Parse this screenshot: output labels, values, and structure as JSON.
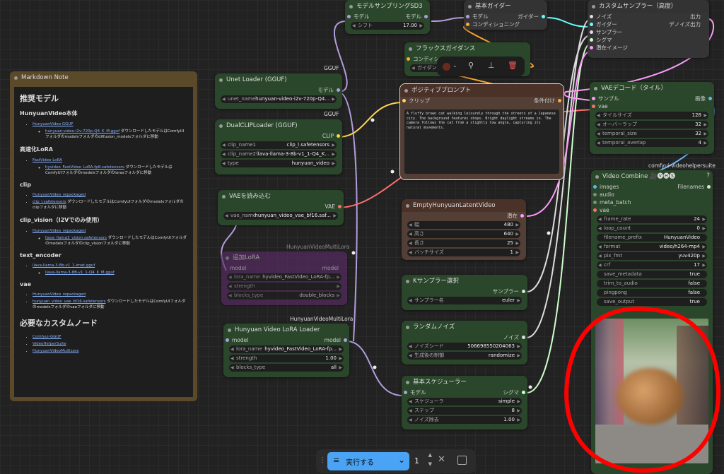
{
  "markdown": {
    "title": "Markdown Note",
    "h1a": "推奨モデル",
    "s1": "HunyuanVideo本体",
    "s1_link": "HunyuanVideo GGUF",
    "s1_file": "hunyuan-video-i2v-720p-Q4_K_M.gguf",
    "s1_note": "ダウンロードしたモデルはComfyUIフォルダのmodelsフォルダのdiffusion_modelsフォルダに移動",
    "s2": "高速化LoRA",
    "s2_link": "FastVideo LoRA",
    "s2_file": "hyvideo_FastVideo_LoRA-fp8.safetensors",
    "s2_note": "ダウンロードしたモデルはComfyUIフォルダのmodelsフォルダのlorasフォルダに移動",
    "s3": "clip",
    "s3_link": "HunyuanVideo_repackaged",
    "s3_file": "clip_l.safetensors",
    "s3_note": "ダウンロードしたモデルはComfyUIフォルダのmodelsフォルダのclipフォルダに移動",
    "s4": "clip_vision（I2Vでのみ使用）",
    "s4_link": "HunyuanVideo_repackaged",
    "s4_file": "llava_llama3_vision.safetensors",
    "s4_note": "ダウンロードしたモデルはComfyUIフォルダのmodelsフォルダのclip_visionフォルダに移動",
    "s5": "text_encoder",
    "s5_link": "llava-llama-3-8b-v1_1-imat-gguf",
    "s5_file": "llava-llama-3-8B-v1_1-Q4_K_M.gguf",
    "s6": "vae",
    "s6_link": "HunyuanVideo_repackaged",
    "s6_file": "hunyuan_video_vae_bf16.safetensors",
    "s6_note": "ダウンロードしたモデルはComfyUIフォルダのmodelsフォルダのvaeフォルダに移動",
    "h1b": "必要なカスタムノード",
    "n1": "Comfyui-GGUF",
    "n2": "VideoHelperSuite",
    "n3": "HunyuanVideoMultiLora"
  },
  "group_labels": {
    "gguf1": "GGUF",
    "gguf2": "GGUF",
    "multilora1": "HunyuanVideoMultiLora",
    "multilora2": "HunyuanVideoMultiLora",
    "vhs": "comfyui-videohelpersuite"
  },
  "unet": {
    "title": "Unet Loader (GGUF)",
    "out": "モデル",
    "w_label": "unet_name",
    "w_value": "hunyuan-video-i2v-720p-Q4..."
  },
  "dualclip": {
    "title": "DualCLIPLoader (GGUF)",
    "out": "CLIP",
    "w1_label": "clip_name1",
    "w1_value": "clip_l.safetensors",
    "w2_label": "clip_name2",
    "w2_value": "llava-llama-3-8b-v1_1-Q4_K...",
    "w3_label": "type",
    "w3_value": "hunyuan_video"
  },
  "vae": {
    "title": "VAEを読み込む",
    "out": "VAE",
    "w_label": "vae_name",
    "w_value": "hunyuan_video_vae_bf16.saf..."
  },
  "addlora": {
    "title": "追加LoRA",
    "in": "model",
    "out": "model",
    "w1_label": "lora_name",
    "w1_value": "hyvideo_FastVideo_LoRA-fp...",
    "w2_label": "strength",
    "w3_label": "blocks_type",
    "w3_value": "double_blocks"
  },
  "hylora": {
    "title": "Hunyuan Video LoRA Loader",
    "in": "model",
    "out": "model",
    "w1_label": "lora_name",
    "w1_value": "hyvideo_FastVideo_LoRA-fp...",
    "w2_label": "strength",
    "w2_value": "1.00",
    "w3_label": "blocks_type",
    "w3_value": "all"
  },
  "msd3": {
    "title": "モデルサンプリングSD3",
    "in": "モデル",
    "out": "モデル",
    "w_label": "シフト",
    "w_value": "17.00"
  },
  "guider": {
    "title": "基本ガイダー",
    "in1": "モデル",
    "in2": "コンディショニング",
    "out": "ガイダー"
  },
  "flux": {
    "title": "フラックスガイダンス",
    "in": "コンディショ",
    "w_label": "ガイダン"
  },
  "prompt": {
    "title": "ポジティブプロンプト",
    "in": "クリップ",
    "out": "条件付け",
    "text": "A fluffy brown cat walking leisurely through the streets of a Japanese city. The background features shops. Bright daylight streams in. The camera follows the cat from a slightly low angle, capturing its natural movements."
  },
  "latent": {
    "title": "EmptyHunyuanLatentVideo",
    "out": "潜在",
    "w1_label": "幅",
    "w1_value": "480",
    "w2_label": "高さ",
    "w2_value": "640",
    "w3_label": "長さ",
    "w3_value": "25",
    "w4_label": "バッチサイズ",
    "w4_value": "1"
  },
  "ksel": {
    "title": "Kサンプラー選択",
    "out": "サンプラー",
    "w_label": "サンプラー名",
    "w_value": "euler"
  },
  "noise": {
    "title": "ランダムノイズ",
    "out": "ノイズ",
    "w1_label": "ノイズシード",
    "w1_value": "506698550204063",
    "w2_label": "生成後の制御",
    "w2_value": "randomize"
  },
  "sched": {
    "title": "基本スケジューラー",
    "in": "モデル",
    "out": "シグマ",
    "w1_label": "スケジューラ",
    "w1_value": "simple",
    "w2_label": "ステップ",
    "w2_value": "8",
    "w3_label": "ノイズ除去",
    "w3_value": "1.00"
  },
  "custom": {
    "title": "カスタムサンプラー（高度）",
    "in1": "ノイズ",
    "in2": "ガイダー",
    "in3": "サンプラー",
    "in4": "シグマ",
    "in5": "潜在イメージ",
    "out1": "出力",
    "out2": "デノイズ出力"
  },
  "vaedec": {
    "title": "VAEデコード（タイル）",
    "in1": "サンプル",
    "in2": "vae",
    "out": "画像",
    "w1_label": "タイルサイズ",
    "w1_value": "128",
    "w2_label": "オーバーラップ",
    "w2_value": "32",
    "w3_label": "temporal_size",
    "w3_value": "32",
    "w4_label": "temporal_overlap",
    "w4_value": "4"
  },
  "vcombine": {
    "title": "Video Combine 🎥🅥🅗🅢",
    "help": "?",
    "in1": "images",
    "in2": "audio",
    "in3": "meta_batch",
    "in4": "vae",
    "out": "Filenames",
    "w1_label": "frame_rate",
    "w1_value": "24",
    "w2_label": "loop_count",
    "w2_value": "0",
    "w3_label": "filename_prefix",
    "w3_value": "HunyuanVideo",
    "w4_label": "format",
    "w4_value": "video/h264-mp4",
    "w5_label": "pix_fmt",
    "w5_value": "yuv420p",
    "w6_label": "crf",
    "w6_value": "17",
    "w7_label": "save_metadata",
    "w7_value": "true",
    "w8_label": "trim_to_audio",
    "w8_value": "false",
    "w9_label": "pingpong",
    "w9_value": "false",
    "w10_label": "save_output",
    "w10_value": "true"
  },
  "toolbar": {
    "run_label": "実行する",
    "count": "1"
  },
  "colors": {
    "link_model": "#b39ddb",
    "link_clip": "#ffd54f",
    "link_vae": "#ff6e6e",
    "link_cond": "#ffa931",
    "link_latent": "#ff9cf9",
    "link_noise": "#dddddd",
    "link_sigma": "#cdffcd",
    "link_image": "#64b5f6",
    "link_guider": "#66ffff",
    "annotation": "#ff0000"
  }
}
